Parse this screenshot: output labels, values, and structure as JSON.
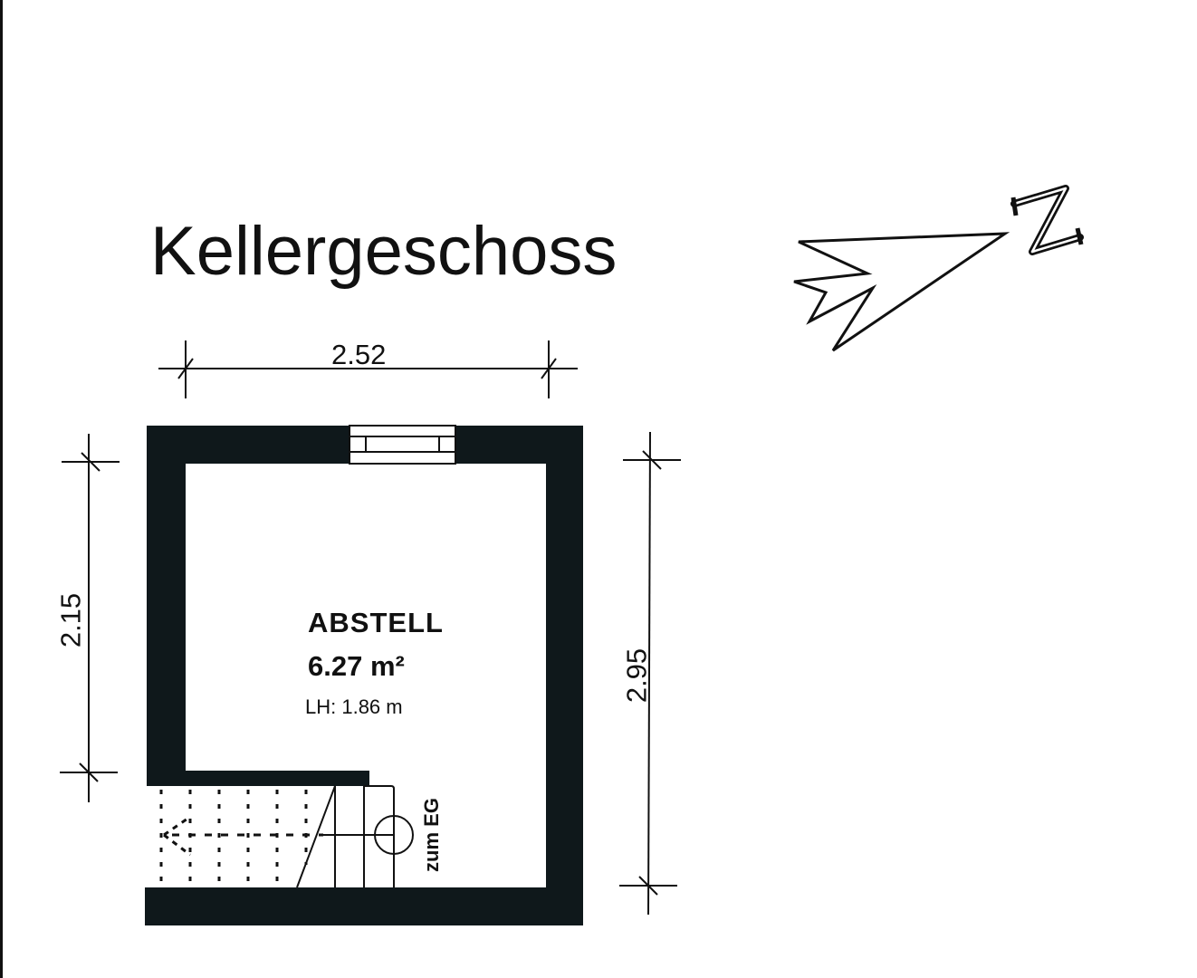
{
  "plan": {
    "title": "Kellergeschoss",
    "north_arrow": {
      "label": "N",
      "icon": "north-arrow-icon"
    },
    "dimensions": {
      "width_top": "2.52",
      "height_left": "2.15",
      "height_right": "2.95"
    },
    "room": {
      "name": "ABSTELL",
      "area": "6.27 m²",
      "ceiling_height": "LH: 1.86 m"
    },
    "stair": {
      "label": "zum EG"
    },
    "colors": {
      "wall": "#0f181b",
      "line": "#111111",
      "background": "#ffffff"
    }
  }
}
